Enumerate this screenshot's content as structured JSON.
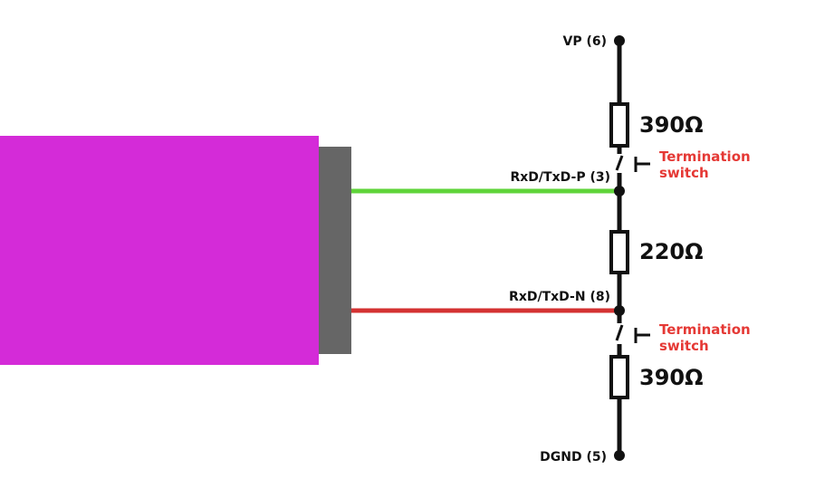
{
  "colors": {
    "device": "#d42bd8",
    "connector": "#666666",
    "line_p": "#5fd43a",
    "line_n": "#d43232",
    "wire": "#111111",
    "switch_text": "#e53935"
  },
  "pins": {
    "vp": "VP (6)",
    "rxd_p": "RxD/TxD-P (3)",
    "rxd_n": "RxD/TxD-N (8)",
    "dgnd": "DGND (5)"
  },
  "resistors": {
    "top": "390Ω",
    "middle": "220Ω",
    "bottom": "390Ω"
  },
  "switches": {
    "top": [
      "Termination",
      "switch"
    ],
    "bottom": [
      "Termination",
      "switch"
    ]
  }
}
